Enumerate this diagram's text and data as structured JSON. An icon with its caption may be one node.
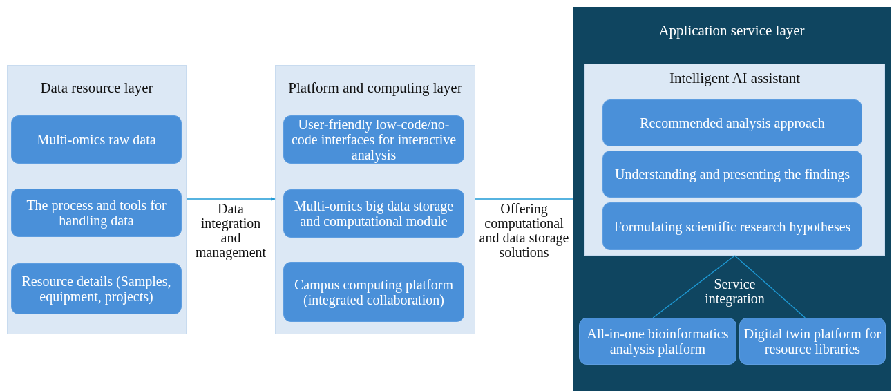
{
  "diagram": {
    "nodes": [
      {
        "text": [
          "Data resource layer"
        ]
      },
      {
        "text": [
          "Multi-omics raw data"
        ],
        "in": 0
      },
      {
        "text": [
          "The process and tools for handling data"
        ],
        "in": 0
      },
      {
        "text": [
          "Resource details (Samples, equipment, projects)"
        ],
        "in": 0
      },
      {
        "text": [
          "Platform and computing layer"
        ]
      },
      {
        "text": [
          "User-friendly low-code/no-code interfaces for interactive analysis"
        ],
        "in": 4
      },
      {
        "text": [
          "Multi-omics big data storage and computational module"
        ],
        "in": 4
      },
      {
        "text": [
          "Campus computing platform (integrated collaboration)"
        ],
        "in": 4
      },
      {
        "text": [
          "Application service layer"
        ]
      },
      {
        "text": [
          "Intelligent AI assistant"
        ],
        "in": 8
      },
      {
        "text": [
          "Recommended analysis approach"
        ],
        "in": 9
      },
      {
        "text": [
          "Understanding and presenting the findings"
        ],
        "in": 9
      },
      {
        "text": [
          "Formulating scientific research hypotheses"
        ],
        "in": 9
      },
      {
        "text": [
          "All-in-one bioinformatics analysis platform"
        ],
        "in": 8
      },
      {
        "text": [
          "Digital twin platform for resource libraries"
        ],
        "in": 8
      }
    ],
    "edges": [
      {
        "from": 0,
        "to": 4,
        "arrow": "to",
        "label": "Data integration and management"
      },
      {
        "from": 4,
        "to": 8,
        "arrow": "none",
        "label": "Offering computational and data storage solutions"
      },
      {
        "from": 9,
        "to": 13,
        "arrow": "none"
      },
      {
        "from": 9,
        "to": 14,
        "arrow": "none"
      }
    ],
    "labels": [
      "Service integration"
    ]
  }
}
